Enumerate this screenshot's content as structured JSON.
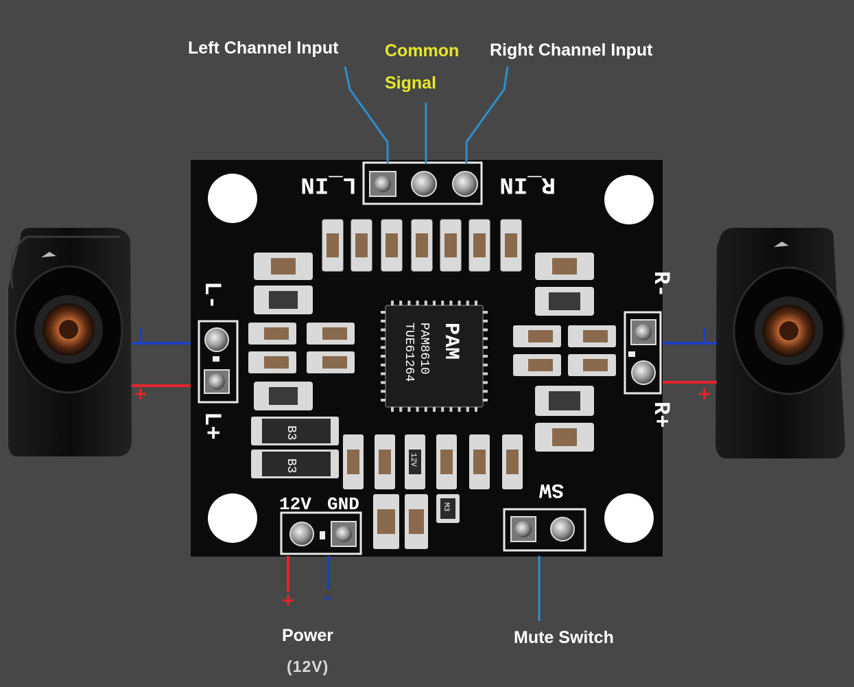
{
  "labels": {
    "left_input": "Left Channel Input",
    "common_line1": "Common",
    "common_line2": "Signal",
    "right_input": "Right Channel Input",
    "power": "Power",
    "power_volts": "(12V)",
    "mute": "Mute Switch"
  },
  "silkscreen": {
    "l_in": "L_IN",
    "r_in": "R_IN",
    "l_minus": "L-",
    "l_plus": "L+",
    "r_minus": "R-",
    "r_plus": "R+",
    "v12": "12V",
    "gnd": "GND",
    "sw": "SW",
    "chip_line1": "PAM8610",
    "chip_line2": "TUE61264",
    "chip_logo": "PAM",
    "diode": "B3",
    "diode_small": "M3",
    "res_label": "12V"
  },
  "polarity": {
    "plus": "+",
    "minus": "-"
  },
  "colors": {
    "background": "#474747",
    "board": "#0b0b0b",
    "callout_line": "#2b8fce",
    "positive_wire": "#e8242a",
    "negative_wire": "#1d3fbf",
    "highlight_text": "#e6e82a"
  }
}
